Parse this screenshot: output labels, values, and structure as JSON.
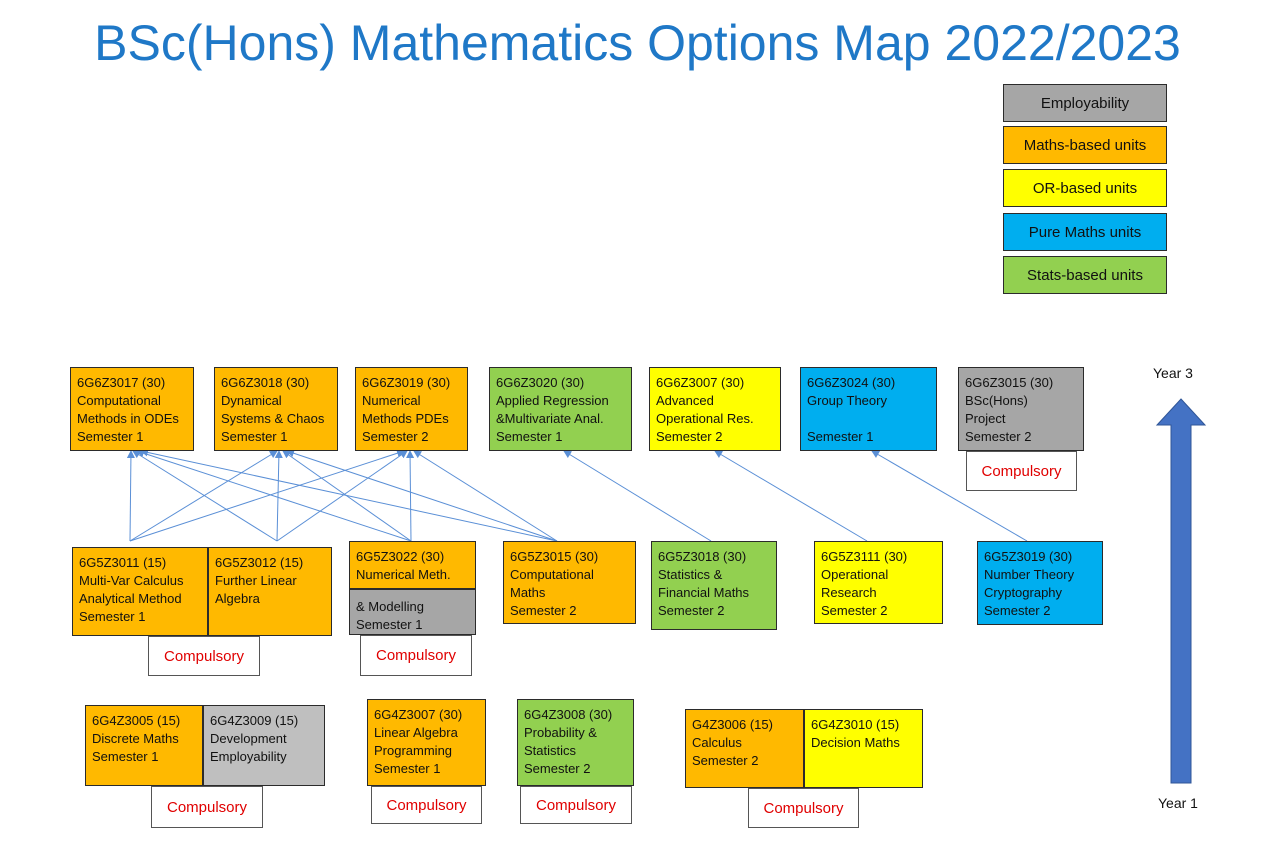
{
  "title": "BSc(Hons) Mathematics Options Map 2022/2023",
  "colors": {
    "maths": "#ffb900",
    "or": "#ffff00",
    "pure": "#00aeef",
    "stats": "#92d050",
    "employability": "#a6a6a6",
    "title": "#1f78c7",
    "compulsory_text": "#e00000",
    "arrow": "#4472c4",
    "link": "#5a8fd6"
  },
  "legend": {
    "employability": "Employability",
    "maths": "Maths-based units",
    "or": "OR-based units",
    "pure": "Pure Maths units",
    "stats": "Stats-based units"
  },
  "year_axis": {
    "top": "Year 3",
    "bottom": "Year 1"
  },
  "compulsory_label": "Compulsory",
  "year3": [
    {
      "code": "6G6Z3017 (30)",
      "l1": "Computational",
      "l2": "Methods in ODEs",
      "l3": "Semester 1"
    },
    {
      "code": "6G6Z3018 (30)",
      "l1": "Dynamical",
      "l2": "Systems & Chaos",
      "l3": "Semester 1"
    },
    {
      "code": "6G6Z3019 (30)",
      "l1": "Numerical",
      "l2": "Methods PDEs",
      "l3": "Semester 2"
    },
    {
      "code": "6G6Z3020 (30)",
      "l1": "Applied Regression",
      "l2": "&Multivariate Anal.",
      "l3": "Semester 1"
    },
    {
      "code": "6G6Z3007 (30)",
      "l1": "Advanced",
      "l2": "Operational Res.",
      "l3": "Semester 2"
    },
    {
      "code": "6G6Z3024 (30)",
      "l1": "Group Theory",
      "l2": "",
      "l3": "Semester 1"
    },
    {
      "code": "6G6Z3015 (30)",
      "l1": "BSc(Hons)",
      "l2": "Project",
      "l3": "Semester 2"
    }
  ],
  "year2": [
    {
      "code": "6G5Z3011 (15)",
      "l1": "Multi-Var Calculus",
      "l2": "Analytical Method",
      "l3": "Semester 1"
    },
    {
      "code": "6G5Z3012 (15)",
      "l1": "Further Linear",
      "l2": "Algebra",
      "l3": ""
    },
    {
      "code": "6G5Z3022 (30)",
      "l1": "Numerical Meth.",
      "l2": "& Modelling",
      "l3": "Semester 1"
    },
    {
      "code": "6G5Z3015 (30)",
      "l1": "Computational",
      "l2": "Maths",
      "l3": "Semester 2"
    },
    {
      "code": "6G5Z3018 (30)",
      "l1": "Statistics &",
      "l2": "Financial Maths",
      "l3": "Semester 2"
    },
    {
      "code": "6G5Z3111 (30)",
      "l1": "Operational",
      "l2": "Research",
      "l3": "Semester 2"
    },
    {
      "code": "6G5Z3019 (30)",
      "l1": "Number Theory",
      "l2": "Cryptography",
      "l3": "Semester 2"
    }
  ],
  "year1": [
    {
      "code": "6G4Z3005 (15)",
      "l1": "Discrete Maths",
      "l2": "Semester 1"
    },
    {
      "code": "6G4Z3009 (15)",
      "l1": "Development",
      "l2": "Employability"
    },
    {
      "code": "6G4Z3007 (30)",
      "l1": "Linear Algebra",
      "l2": "Programming",
      "l3": "Semester 1"
    },
    {
      "code": "6G4Z3008 (30)",
      "l1": "Probability &",
      "l2": "Statistics",
      "l3": "Semester 2"
    },
    {
      "code": "G4Z3006 (15)",
      "l1": "Calculus",
      "l2": "Semester 2"
    },
    {
      "code": "6G4Z3010 (15)",
      "l1": "Decision Maths"
    }
  ]
}
